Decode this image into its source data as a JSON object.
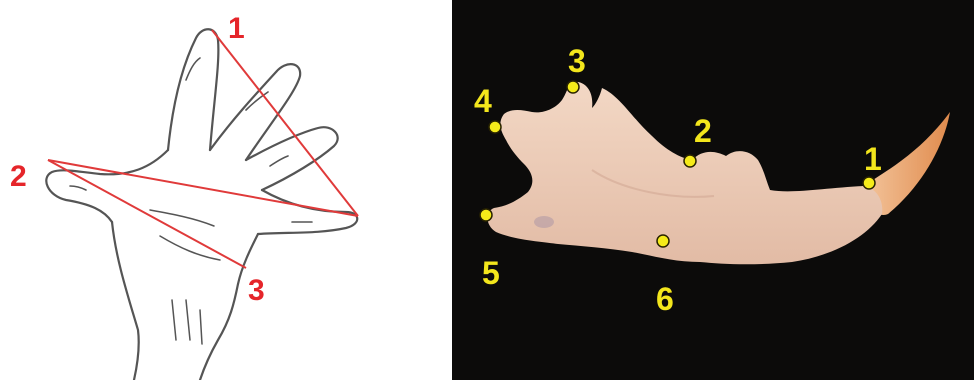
{
  "colors": {
    "hand_line": "#e03a3a",
    "hand_label": "#e5252a",
    "hand_outline": "#555555",
    "jaw_background": "#0c0b0a",
    "bone": "#eccbb6",
    "landmark_dot": "#f5eb1a",
    "landmark_label": "#f3e61c"
  },
  "hand_panel": {
    "labels": {
      "p1": "1",
      "p2": "2",
      "p3": "3"
    }
  },
  "jaw_panel": {
    "labels": {
      "p1": "1",
      "p2": "2",
      "p3": "3",
      "p4": "4",
      "p5": "5",
      "p6": "6"
    }
  }
}
